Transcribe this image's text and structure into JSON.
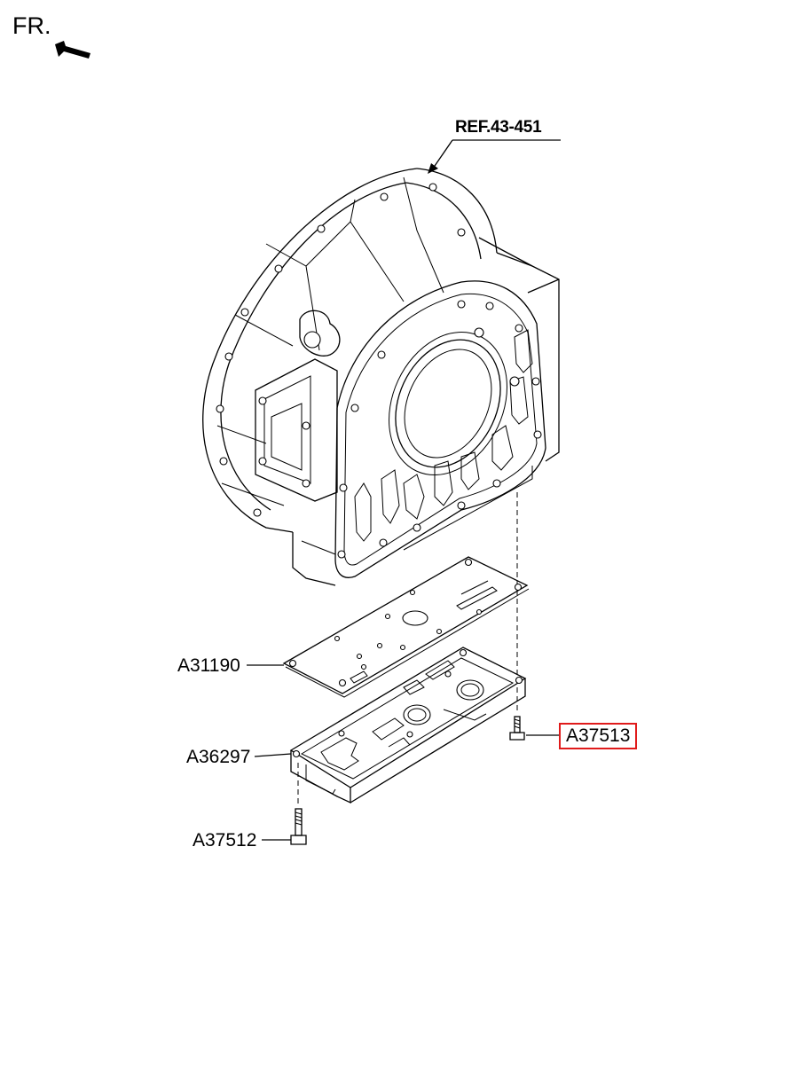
{
  "orientation": {
    "label": "FR.",
    "icon": "front-direction-arrow-icon"
  },
  "reference": {
    "label": "REF.43-451"
  },
  "parts": [
    {
      "id": "A31190",
      "label": "A31190",
      "highlighted": false
    },
    {
      "id": "A36297",
      "label": "A36297",
      "highlighted": false
    },
    {
      "id": "A37513",
      "label": "A37513",
      "highlighted": true
    },
    {
      "id": "A37512",
      "label": "A37512",
      "highlighted": false
    }
  ],
  "colors": {
    "line": "#000000",
    "highlight": "#e01b1b",
    "background": "#ffffff"
  }
}
